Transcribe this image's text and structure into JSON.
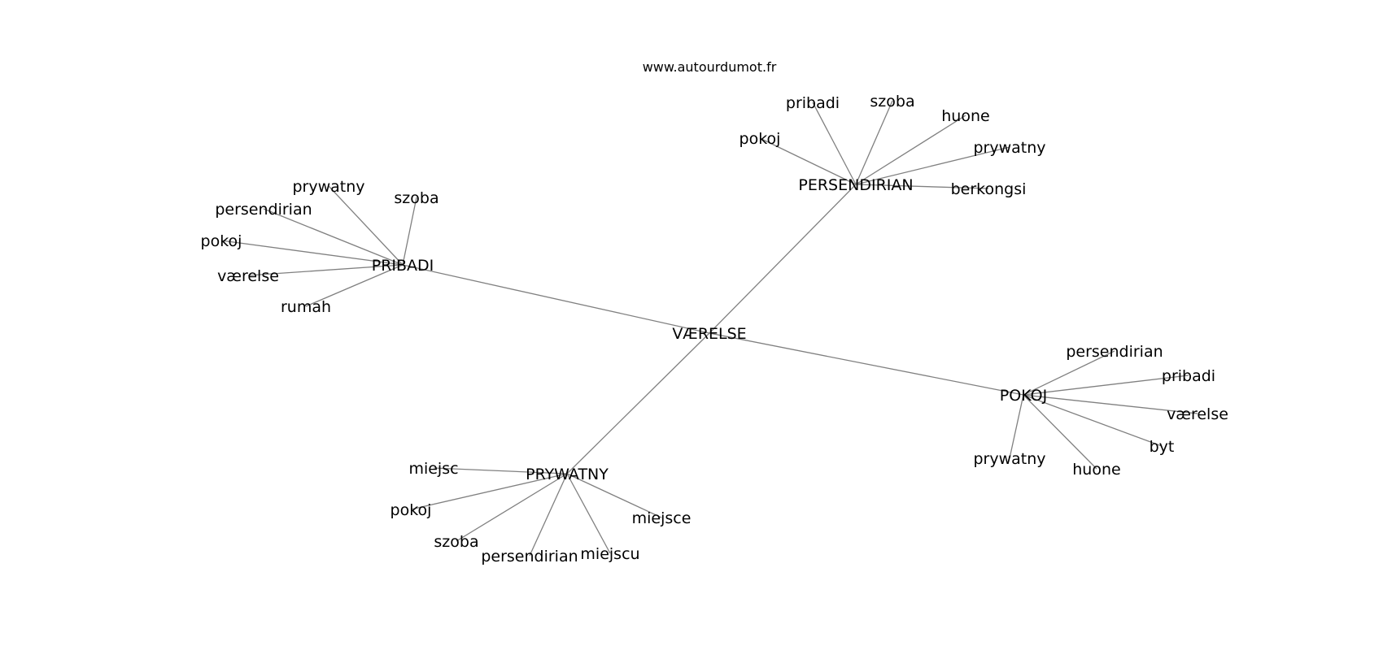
{
  "watermark": "www.autourdumot.fr",
  "colors": {
    "edge": "#808080",
    "text": "#000000",
    "background": "#ffffff"
  },
  "graph": {
    "center": "VÆRELSE",
    "hubs": [
      {
        "label": "PRIBADI",
        "leaves": [
          "prywatny",
          "szoba",
          "persendirian",
          "pokoj",
          "værelse",
          "rumah"
        ]
      },
      {
        "label": "PERSENDIRIAN",
        "leaves": [
          "pribadi",
          "szoba",
          "huone",
          "pokoj",
          "prywatny",
          "berkongsi"
        ]
      },
      {
        "label": "POKOJ",
        "leaves": [
          "persendirian",
          "pribadi",
          "værelse",
          "byt",
          "prywatny",
          "huone"
        ]
      },
      {
        "label": "PRYWATNY",
        "leaves": [
          "miejsc",
          "pokoj",
          "szoba",
          "persendirian",
          "miejscu",
          "miejsce"
        ]
      }
    ]
  }
}
